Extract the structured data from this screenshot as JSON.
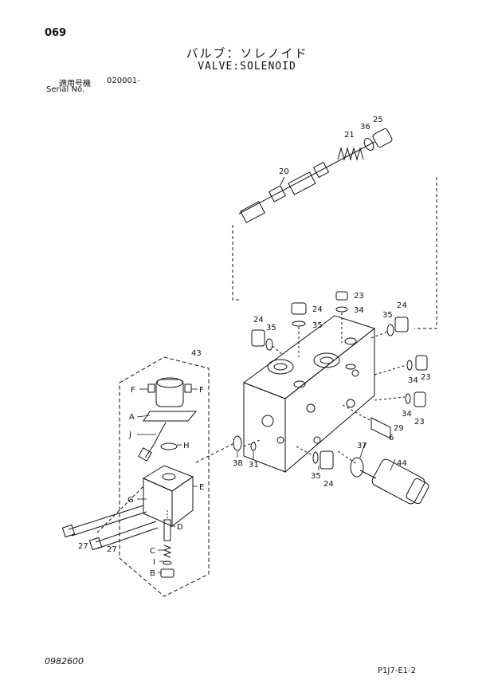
{
  "header": {
    "page_number": "069",
    "title_jp": "バルブ：ソレノイド",
    "title_en": "VALVE:SOLENOID",
    "serial_label_jp": "適用号機",
    "serial_value": "020001-",
    "serial_label_en": "Serial No."
  },
  "footer": {
    "doc_code": "0982600",
    "page_code": "P1J7-E1-2"
  },
  "callouts": {
    "c25": "25",
    "c36": "36",
    "c21": "21",
    "c20": "20",
    "c23a": "23",
    "c34a": "34",
    "c24a": "24",
    "c35a": "35",
    "c24b": "24",
    "c35b": "35",
    "c35c": "35",
    "c24c": "24",
    "c23b": "23",
    "c34b": "34",
    "c23c": "23",
    "c34c": "34",
    "c43": "43",
    "c29": "29",
    "c6": "6",
    "c37": "37",
    "c44": "44",
    "cF1": "F",
    "cF2": "F",
    "cA": "A",
    "cJ": "J",
    "cH": "H",
    "c38": "38",
    "c31": "31",
    "c35d": "35",
    "c24d": "24",
    "cE": "E",
    "cG": "G",
    "cD": "D",
    "cC": "C",
    "cI": "I",
    "cB": "B",
    "c27a": "27",
    "c27b": "27"
  }
}
